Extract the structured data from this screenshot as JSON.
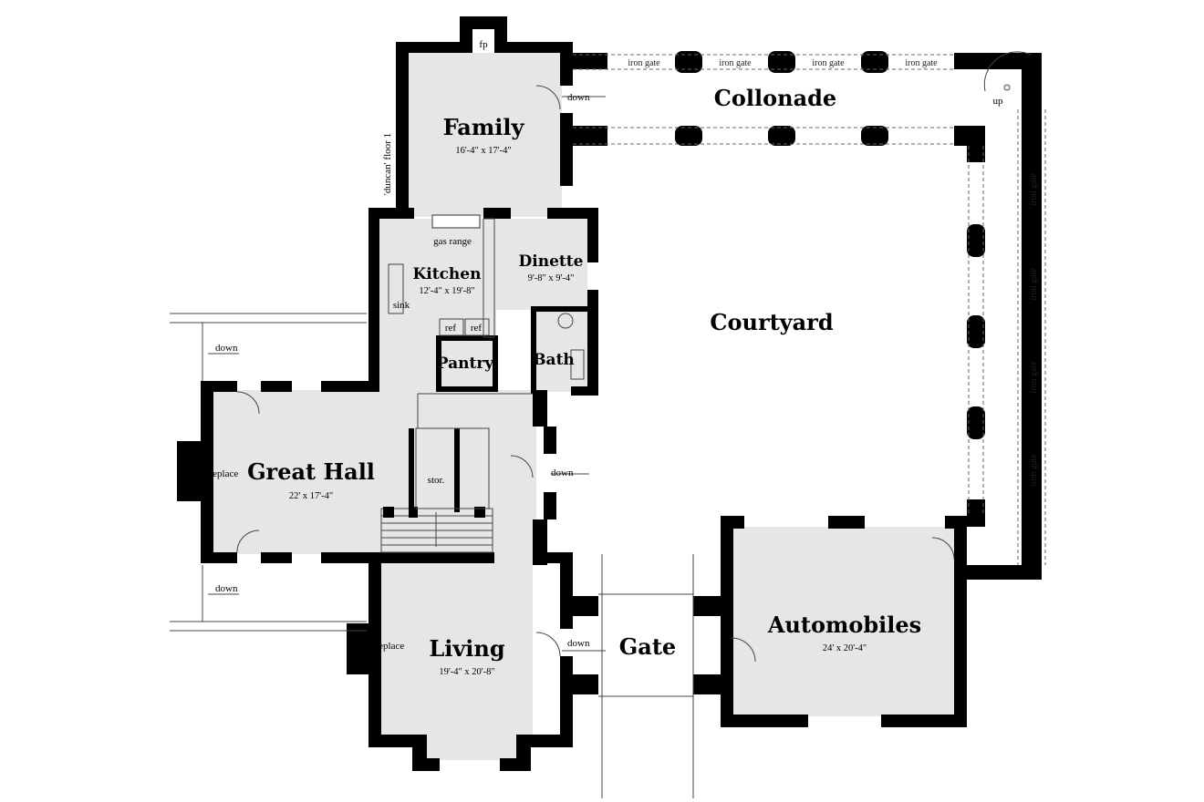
{
  "labels": {
    "fp": "fp",
    "down_family": "down",
    "collonade": "Collonade",
    "up": "up",
    "iron_gate": "iron gate",
    "duncan_floor": "'duncan' floor 1",
    "family_title": "Family",
    "family_dim": "16'-4\" x 17'-4\"",
    "gas_range": "gas range",
    "kitchen_title": "Kitchen",
    "kitchen_dim": "12'-4\" x 19'-8\"",
    "sink": "sink",
    "ref": "ref",
    "pantry": "Pantry",
    "dinette_title": "Dinette",
    "dinette_dim": "9'-8\" x 9'-4\"",
    "bath": "Bath",
    "courtyard": "Courtyard",
    "down": "down",
    "great_hall_title": "Great Hall",
    "great_hall_dim": "22' x 17'-4\"",
    "fireplace": "fireplace",
    "stor": "stor.",
    "living_title": "Living",
    "living_dim": "19'-4\" x 20'-8\"",
    "gate": "Gate",
    "automobiles_title": "Automobiles",
    "automobiles_dim": "24' x 20'-4\""
  },
  "colors": {
    "wall": "#000000",
    "room_fill": "#e6e6e6",
    "background": "#ffffff"
  }
}
